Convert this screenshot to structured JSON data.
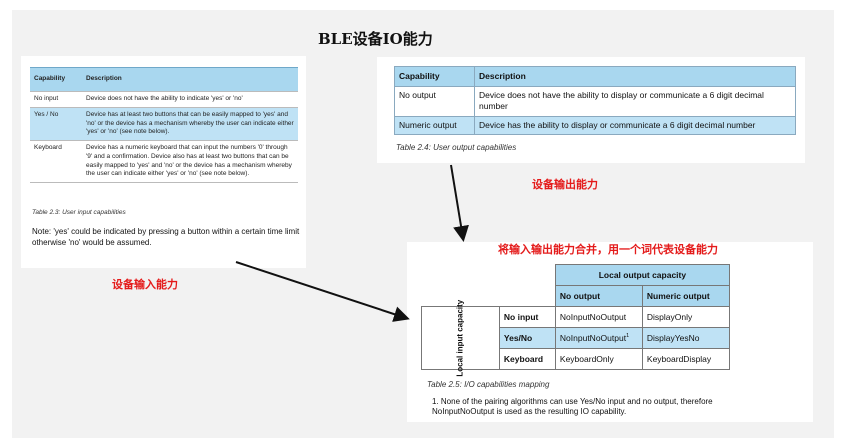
{
  "title": "BLE设备IO能力",
  "input_table": {
    "headers": [
      "Capability",
      "Description"
    ],
    "rows": [
      [
        "No input",
        "Device does not have the ability to indicate 'yes' or 'no'"
      ],
      [
        "Yes / No",
        "Device has at least two buttons that can be easily mapped to 'yes' and 'no' or the device has a mechanism whereby the user can indicate either 'yes' or 'no' (see note below)."
      ],
      [
        "Keyboard",
        "Device has a numeric keyboard that can input the numbers '0' through '9' and a confirmation. Device also has at least two buttons that can be easily mapped to 'yes' and 'no' or the device has a mechanism whereby the user can indicate either 'yes' or 'no' (see note below)."
      ]
    ],
    "caption": "Table 2.3:  User input capabilities",
    "note": "Note: 'yes' could be indicated by pressing a button within a certain time limit otherwise 'no' would be assumed."
  },
  "output_table": {
    "headers": [
      "Capability",
      "Description"
    ],
    "rows": [
      [
        "No output",
        "Device does not have the ability to display or communicate a 6 digit decimal number"
      ],
      [
        "Numeric output",
        "Device has the ability to display or communicate a 6 digit decimal number"
      ]
    ],
    "caption": "Table 2.4:  User output capabilities"
  },
  "mapping_table": {
    "output_header": "Local output capacity",
    "input_header": "Local input capacity",
    "col_headers": [
      "No output",
      "Numeric output"
    ],
    "rows": [
      {
        "label": "No input",
        "cells": [
          "NoInputNoOutput",
          "DisplayOnly"
        ]
      },
      {
        "label": "Yes/No",
        "cells": [
          "NoInputNoOutput",
          "DisplayYesNo"
        ],
        "sup": "1"
      },
      {
        "label": "Keyboard",
        "cells": [
          "KeyboardOnly",
          "KeyboardDisplay"
        ]
      }
    ],
    "caption": "Table 2.5:  I/O capabilities mapping",
    "footnote": "1. None of the pairing algorithms can use Yes/No input and no output, therefore NoInputNoOutput is used as the resulting IO capability."
  },
  "labels": {
    "input": "设备输入能力",
    "output": "设备输出能力",
    "merge": "将输入输出能力合并，用一个词代表设备能力"
  },
  "colors": {
    "header_blue": "#a9d7ef",
    "highlight_blue": "#bfe2f5",
    "annotation_red": "#e41b1b",
    "background": "#f2f2f2"
  }
}
